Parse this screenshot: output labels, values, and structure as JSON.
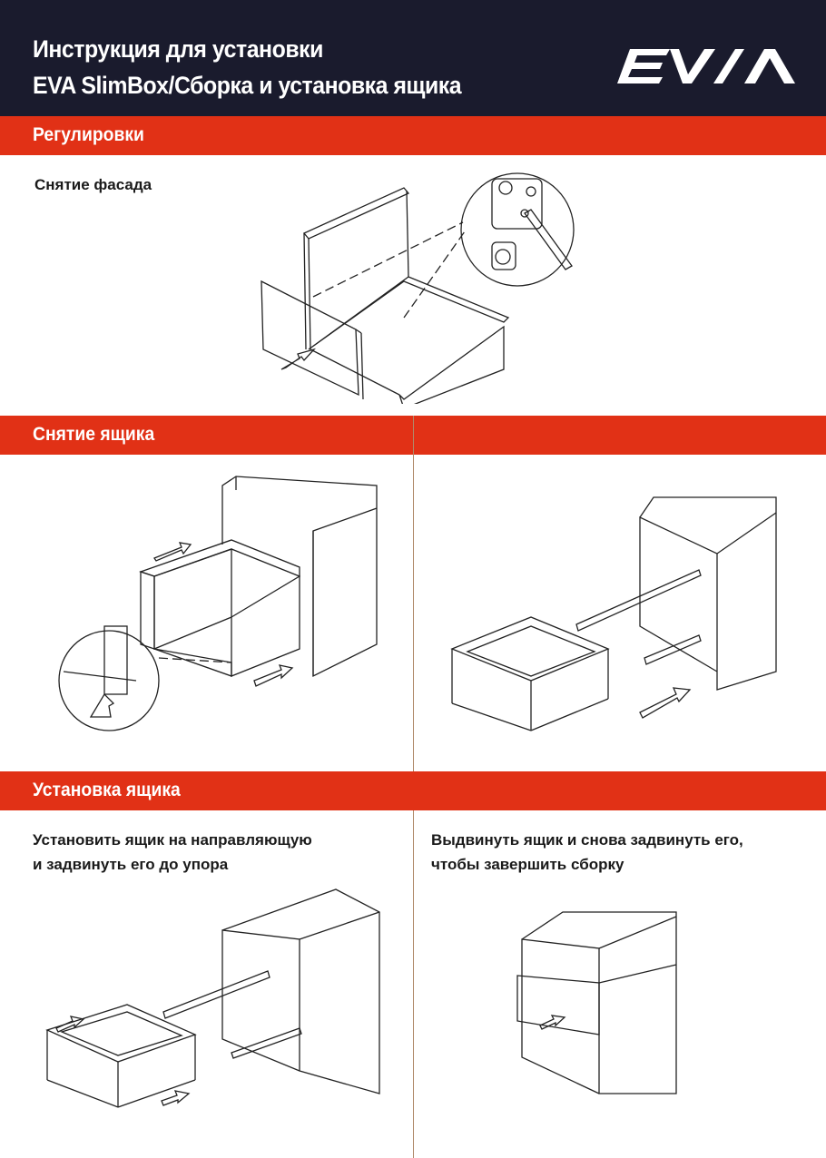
{
  "header": {
    "title_line1": "Инструкция для установки",
    "title_line2": "EVA SlimBox/Сборка и установка ящика",
    "logo_text": "EVA"
  },
  "sections": [
    {
      "title": "Регулировки",
      "subtitle": "Снятие фасада"
    },
    {
      "title": "Снятие ящика"
    },
    {
      "title": "Установка ящика",
      "left_caption": [
        "Установить ящик на направляющую",
        "и задвинуть его до упора"
      ],
      "right_caption": [
        "Выдвинуть ящик и снова задвинуть его,",
        "чтобы завершить сборку"
      ]
    }
  ],
  "colors": {
    "header_bg": "#1a1b2d",
    "accent": "#e13116",
    "divider": "#b08a6a"
  }
}
